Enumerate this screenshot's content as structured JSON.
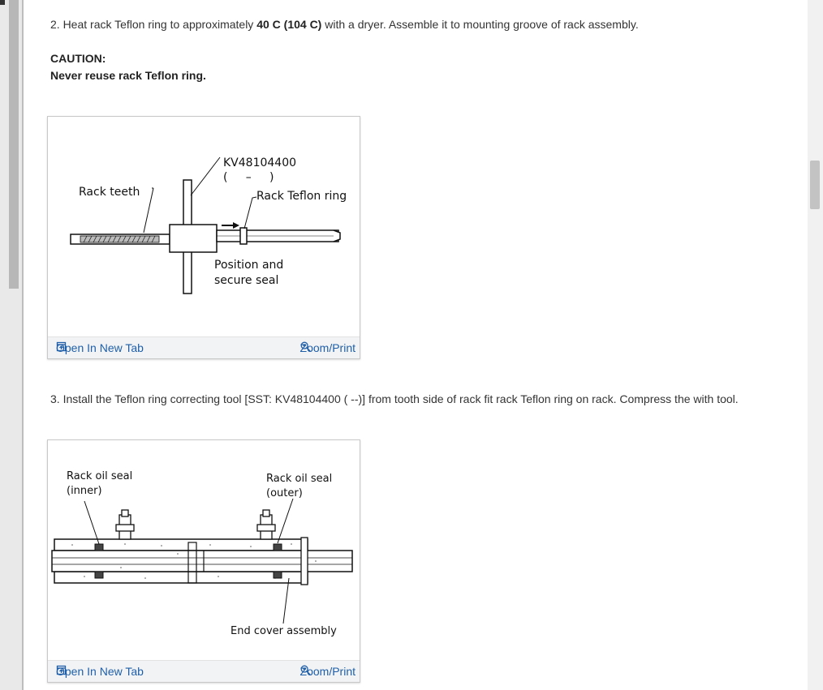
{
  "step2": {
    "text_before": "2. Heat rack Teflon ring to approximately ",
    "text_bold": "40 C (104 C)",
    "text_after": " with a dryer. Assemble it to mounting groove of rack assembly."
  },
  "caution": {
    "title": "CAUTION:",
    "text": "Never reuse rack Teflon ring."
  },
  "figure1": {
    "labels": {
      "tool_number": "KV48104400",
      "tool_paren": "(     –     )",
      "rack_teeth": "Rack teeth",
      "teflon_ring": "Rack Teflon ring",
      "position_line1": "Position and",
      "position_line2": "secure seal"
    },
    "open_tab": "Open In New Tab",
    "zoom": "Zoom/Print"
  },
  "step3": {
    "text": "3. Install the Teflon ring correcting tool [SST: KV48104400 ( --)] from tooth side of rack fit rack Teflon ring on rack. Compress the with tool."
  },
  "figure2": {
    "labels": {
      "inner_line1": "Rack oil seal",
      "inner_line2": "(inner)",
      "outer_line1": "Rack oil seal",
      "outer_line2": "(outer)",
      "end_cover": "End cover assembly"
    },
    "open_tab": "Open In New Tab",
    "zoom": "Zoom/Print"
  }
}
